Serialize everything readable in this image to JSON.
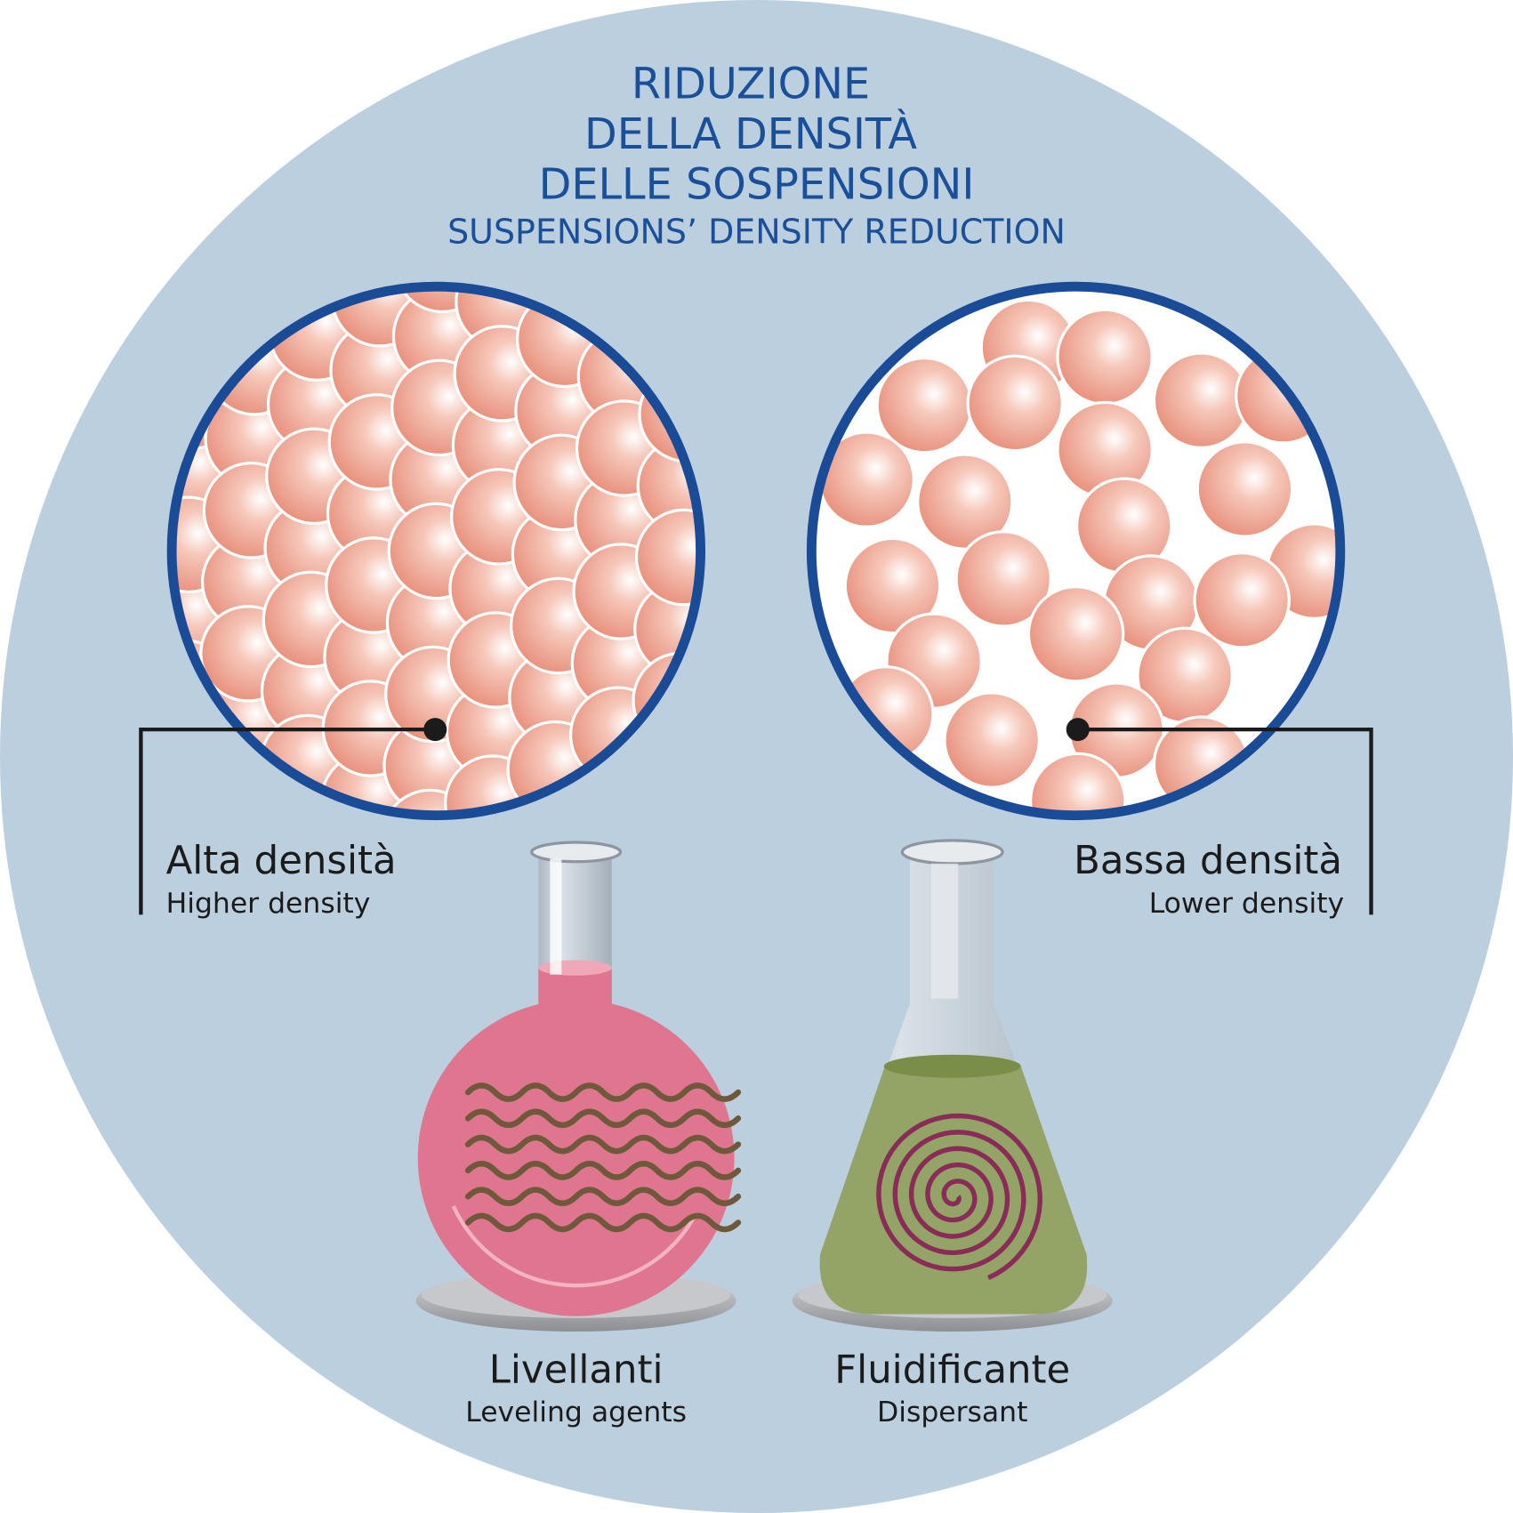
{
  "title": {
    "line1": "RIDUZIONE",
    "line2": "DELLA DENSITÀ",
    "line3": "DELLE SOSPENSIONI",
    "english": "SUSPENSIONS’ DENSITY REDUCTION"
  },
  "left_sample": {
    "label": "Alta densità",
    "sublabel": "Higher density"
  },
  "right_sample": {
    "label": "Bassa densità",
    "sublabel": "Lower density"
  },
  "flask_left": {
    "label": "Livellanti",
    "sublabel": "Leveling agents"
  },
  "flask_right": {
    "label": "Fluidificante",
    "sublabel": "Dispersant"
  },
  "colors": {
    "background_circle": "#bccfdf",
    "title": "#1a4f9a",
    "ring": "#1a4b96",
    "particle": "#e8917c",
    "pink_liquid": "#e0758f",
    "green_liquid": "#93a466",
    "waves": "#6e5a3a",
    "spiral": "#8a2c5a"
  }
}
